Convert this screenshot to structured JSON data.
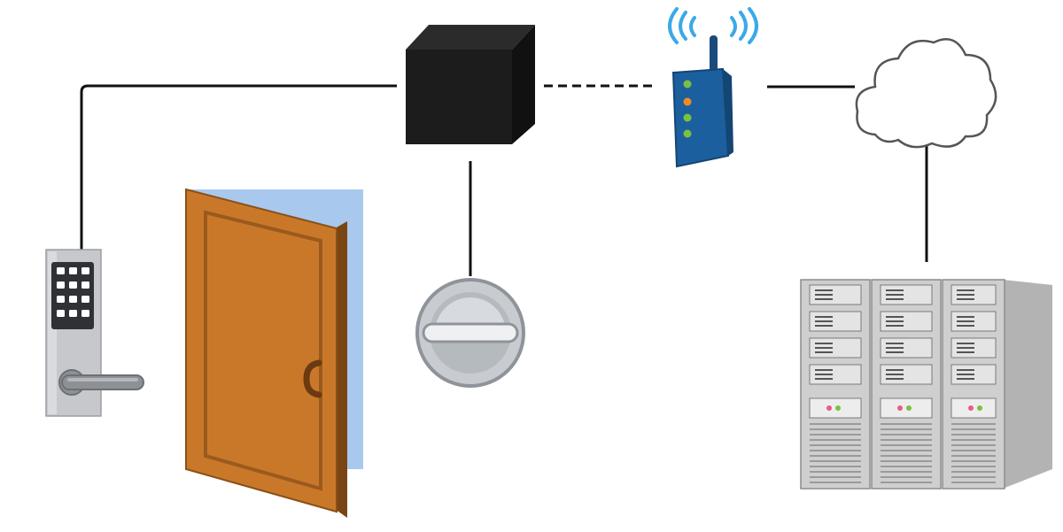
{
  "diagram": {
    "kind": "smart-lock-network",
    "nodes": [
      {
        "id": "keypad-lock",
        "icon": "keypad-door-lock-icon"
      },
      {
        "id": "door",
        "icon": "open-door-icon"
      },
      {
        "id": "controller",
        "icon": "black-box-controller-icon"
      },
      {
        "id": "deadbolt",
        "icon": "thumbturn-lock-icon"
      },
      {
        "id": "router",
        "icon": "wifi-router-icon"
      },
      {
        "id": "cloud",
        "icon": "cloud-icon"
      },
      {
        "id": "servers",
        "icon": "server-rack-icon"
      }
    ],
    "links": [
      {
        "from": "keypad-lock",
        "to": "controller",
        "style": "wired"
      },
      {
        "from": "controller",
        "to": "deadbolt",
        "style": "wired"
      },
      {
        "from": "controller",
        "to": "router",
        "style": "wireless"
      },
      {
        "from": "router",
        "to": "cloud",
        "style": "wired"
      },
      {
        "from": "cloud",
        "to": "servers",
        "style": "wired"
      }
    ]
  },
  "colors": {
    "line": "#111111",
    "controller": "#1c1c1c",
    "door": "#c9782a",
    "door_edge": "#7a4513",
    "door_frame": "#a9c8ee",
    "router": "#1c5f9e",
    "wifi_waves": "#3aa9e8",
    "led_green": "#7ac142",
    "led_orange": "#f08a24",
    "server_gray": "#bfbfbf",
    "lock_silver": "#c8ccd1"
  }
}
